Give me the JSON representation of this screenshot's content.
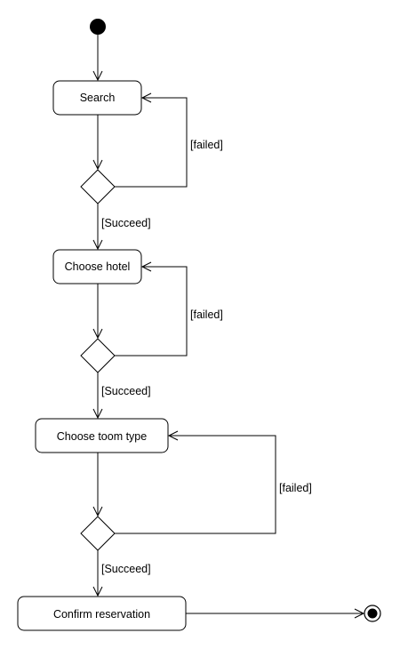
{
  "diagram": {
    "activities": {
      "search": "Search",
      "choose_hotel": "Choose hotel",
      "choose_room_type": "Choose toom type",
      "confirm_reservation": "Confirm reservation"
    },
    "guards": {
      "failed_1": "[failed]",
      "succeed_1": "[Succeed]",
      "failed_2": "[failed]",
      "succeed_2": "[Succeed]",
      "failed_3": "[failed]",
      "succeed_3": "[Succeed]"
    }
  }
}
